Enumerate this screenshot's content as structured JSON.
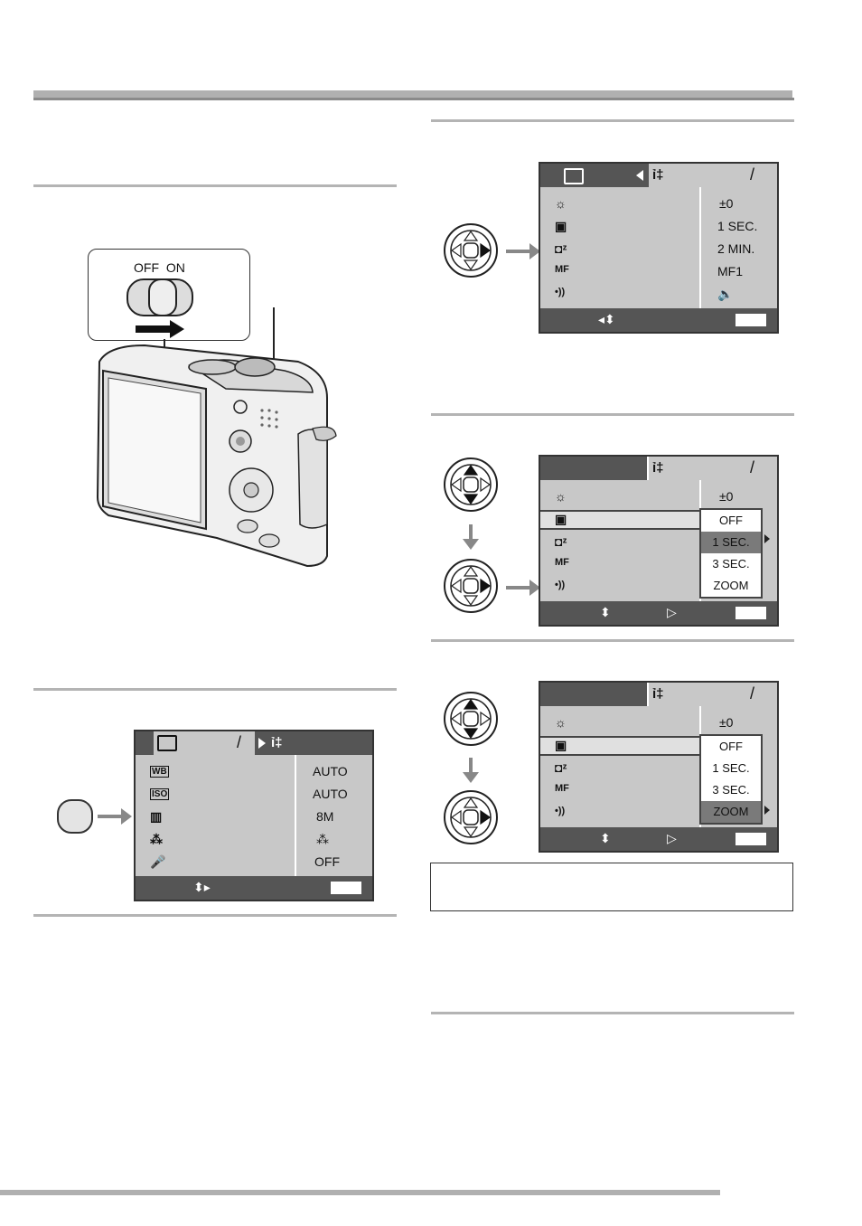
{
  "switch": {
    "off": "OFF",
    "on": "ON"
  },
  "screen1": {
    "header_slash": "/",
    "rows": [
      {
        "icon": "WB",
        "value": "AUTO"
      },
      {
        "icon": "ISO",
        "value": "AUTO"
      },
      {
        "icon": "▥",
        "value": "8M"
      },
      {
        "icon": "⁂",
        "value": "⁂"
      },
      {
        "icon": "🎤",
        "value": "OFF"
      }
    ]
  },
  "screen2": {
    "header_slash": "/",
    "rows": [
      {
        "icon": "☼",
        "value": "±0"
      },
      {
        "icon": "▣",
        "value": "1 SEC."
      },
      {
        "icon": "◘ᶻ",
        "value": "2 MIN."
      },
      {
        "icon": "MF",
        "value": "MF1"
      },
      {
        "icon": "•))",
        "value": "🔈"
      }
    ]
  },
  "screen3": {
    "header_slash": "/",
    "rows": [
      {
        "icon": "☼",
        "value": "±0"
      },
      {
        "icon": "▣",
        "value": ""
      },
      {
        "icon": "◘ᶻ",
        "value": ""
      },
      {
        "icon": "MF",
        "value": ""
      },
      {
        "icon": "•))",
        "value": ""
      }
    ],
    "options": [
      "OFF",
      "1 SEC.",
      "3 SEC.",
      "ZOOM"
    ]
  },
  "screen4": {
    "header_slash": "/",
    "rows": [
      {
        "icon": "☼",
        "value": "±0"
      },
      {
        "icon": "▣",
        "value": ""
      },
      {
        "icon": "◘ᶻ",
        "value": ""
      },
      {
        "icon": "MF",
        "value": ""
      },
      {
        "icon": "•))",
        "value": ""
      }
    ],
    "options": [
      "OFF",
      "1 SEC.",
      "3 SEC.",
      "ZOOM"
    ]
  }
}
